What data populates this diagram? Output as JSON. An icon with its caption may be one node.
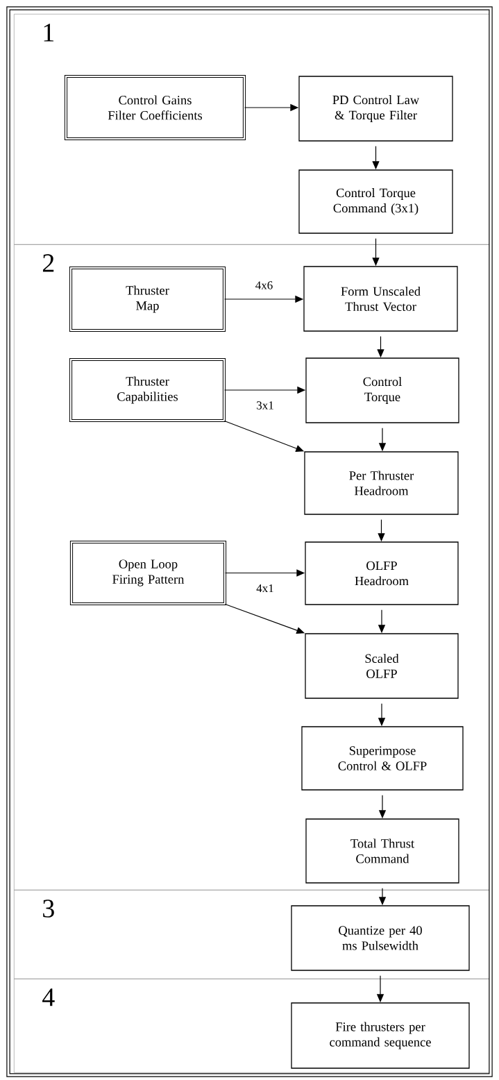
{
  "diagram": {
    "nodes": [
      {
        "text": [
          "1"
        ]
      },
      {
        "text": [
          "Control Gains Filter Coefficients"
        ],
        "in": 0
      },
      {
        "text": [
          "PD Control Law & Torque Filter"
        ],
        "in": 0
      },
      {
        "text": [
          "Control Torque Command (3x1)"
        ],
        "in": 0
      },
      {
        "text": [
          "2"
        ]
      },
      {
        "text": [
          "Thruster Map"
        ],
        "in": 4
      },
      {
        "text": [
          "Form Unscaled Thrust Vector"
        ],
        "in": 4
      },
      {
        "text": [
          "Thruster Capabilities"
        ],
        "in": 4
      },
      {
        "text": [
          "Control Torque"
        ],
        "in": 4
      },
      {
        "text": [
          "Per Thruster Headroom"
        ],
        "in": 4
      },
      {
        "text": [
          "Open Loop Firing Pattern"
        ],
        "in": 4
      },
      {
        "text": [
          "OLFP Headroom"
        ],
        "in": 4
      },
      {
        "text": [
          "Scaled OLFP"
        ],
        "in": 4
      },
      {
        "text": [
          "Superimpose Control & OLFP"
        ],
        "in": 4
      },
      {
        "text": [
          "Total Thrust Command"
        ],
        "in": 4
      },
      {
        "text": [
          "3"
        ]
      },
      {
        "text": [
          "Quantize per 40 ms Pulsewidth"
        ],
        "in": 15
      },
      {
        "text": [
          "4"
        ]
      },
      {
        "text": [
          "Fire thrusters per command sequence"
        ],
        "in": 17
      }
    ],
    "edges": [
      {
        "from": 1,
        "to": 2,
        "arrow": "to"
      },
      {
        "from": 2,
        "to": 3,
        "arrow": "to"
      },
      {
        "from": 3,
        "to": 6,
        "arrow": "to"
      },
      {
        "from": 5,
        "to": 6,
        "arrow": "to",
        "label": "4x6"
      },
      {
        "from": 6,
        "to": 8,
        "arrow": "to"
      },
      {
        "from": 7,
        "to": 8,
        "arrow": "to",
        "label": "3x1"
      },
      {
        "from": 7,
        "to": 9,
        "arrow": "to"
      },
      {
        "from": 8,
        "to": 9,
        "arrow": "to"
      },
      {
        "from": 9,
        "to": 11,
        "arrow": "to"
      },
      {
        "from": 10,
        "to": 11,
        "arrow": "to",
        "label": "4x1"
      },
      {
        "from": 10,
        "to": 12,
        "arrow": "to"
      },
      {
        "from": 11,
        "to": 12,
        "arrow": "to"
      },
      {
        "from": 12,
        "to": 13,
        "arrow": "to"
      },
      {
        "from": 13,
        "to": 14,
        "arrow": "to"
      },
      {
        "from": 14,
        "to": 16,
        "arrow": "to"
      },
      {
        "from": 16,
        "to": 18,
        "arrow": "to"
      }
    ]
  }
}
